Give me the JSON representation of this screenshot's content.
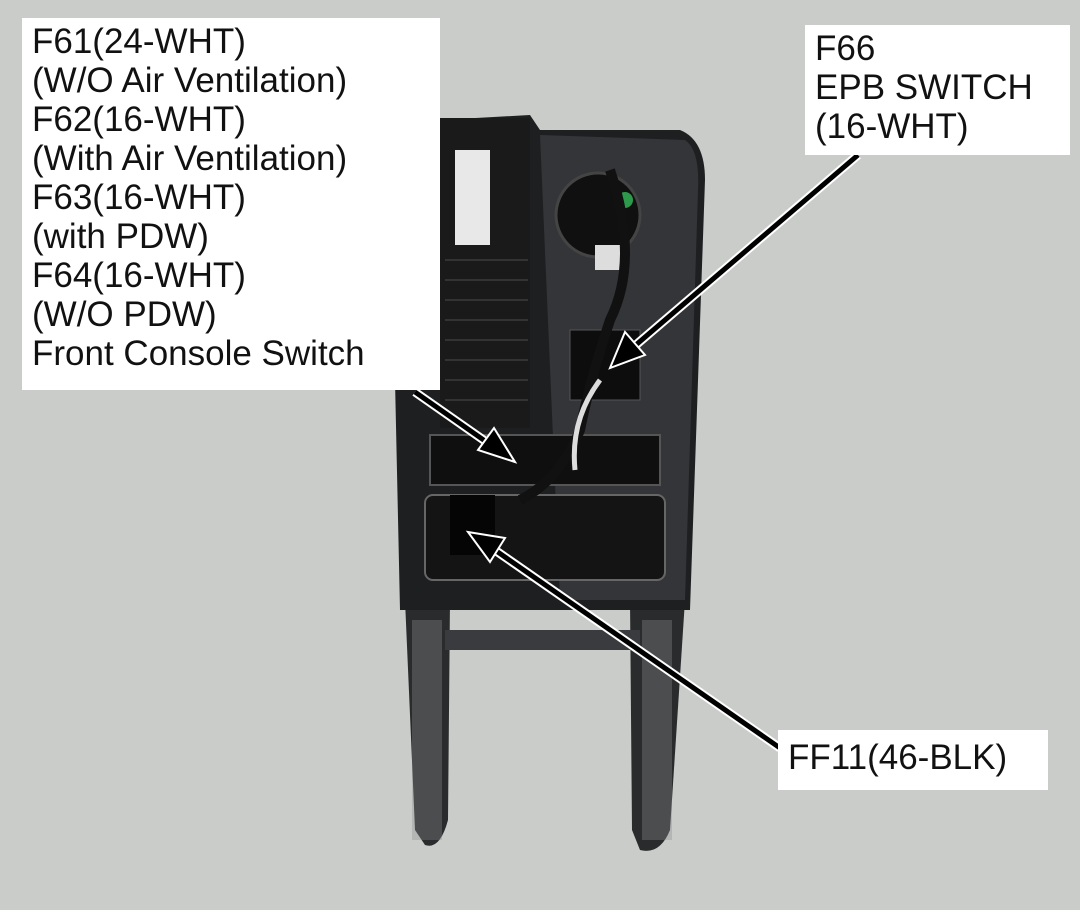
{
  "callouts": {
    "front_console": {
      "lines": [
        "F61(24-WHT)",
        "(W/O Air Ventilation)",
        "F62(16-WHT)",
        "(With Air Ventilation)",
        "F63(16-WHT)",
        "(with PDW)",
        "F64(16-WHT)",
        "(W/O PDW)",
        "Front Console Switch"
      ]
    },
    "epb": {
      "lines": [
        "F66",
        "EPB SWITCH",
        "(16-WHT)"
      ]
    },
    "ff11": {
      "lines": [
        "FF11(46-BLK)"
      ]
    }
  },
  "colors": {
    "background": "#c9ccc9",
    "label_bg": "#ffffff",
    "arrow": "#000000"
  }
}
